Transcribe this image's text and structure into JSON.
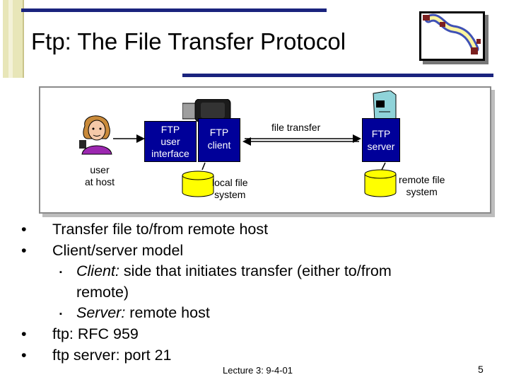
{
  "slide": {
    "title": "Ftp: The File Transfer Protocol",
    "footer": "Lecture 3: 9-4-01",
    "page_number": "5"
  },
  "diagram": {
    "user_label_line1": "user",
    "user_label_line2": "at host",
    "ftp_ui_line1": "FTP",
    "ftp_ui_line2": "user",
    "ftp_ui_line3": "interface",
    "ftp_client_line1": "FTP",
    "ftp_client_line2": "client",
    "file_transfer": "file transfer",
    "ftp_server_line1": "FTP",
    "ftp_server_line2": "server",
    "local_fs_line1": "local file",
    "local_fs_line2": "system",
    "remote_fs_line1": "remote file",
    "remote_fs_line2": "system"
  },
  "bullets": {
    "item1": "Transfer file to/from remote host",
    "item2": "Client/server model",
    "sub1_term": "Client:",
    "sub1_rest": " side that initiates transfer (either to/from",
    "sub1_cont": "remote)",
    "sub2_term": "Server:",
    "sub2_rest": " remote host",
    "item3": "ftp: RFC 959",
    "item4": "ftp server: port 21"
  },
  "colors": {
    "box_fill": "#000099",
    "disk_fill": "#ffff00",
    "title_bars": "#1a237e"
  }
}
